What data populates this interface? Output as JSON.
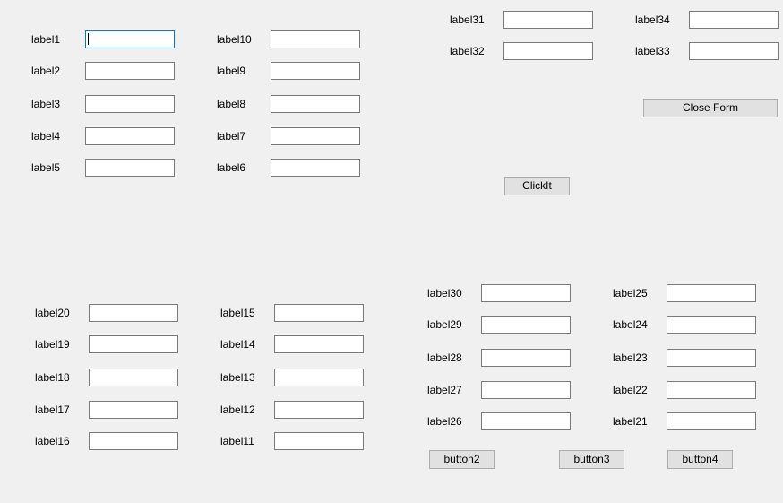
{
  "group_top_left": {
    "labels": [
      "label1",
      "label2",
      "label3",
      "label4",
      "label5",
      "label10",
      "label9",
      "label8",
      "label7",
      "label6"
    ]
  },
  "group_top_right": {
    "labels": [
      "label31",
      "label32",
      "label34",
      "label33"
    ]
  },
  "group_bottom_left": {
    "labels": [
      "label20",
      "label19",
      "label18",
      "label17",
      "label16",
      "label15",
      "label14",
      "label13",
      "label12",
      "label11"
    ]
  },
  "group_bottom_right": {
    "labels": [
      "label30",
      "label29",
      "label28",
      "label27",
      "label26",
      "label25",
      "label24",
      "label23",
      "label22",
      "label21"
    ]
  },
  "buttons": {
    "close_form": "Close Form",
    "click_it": "ClickIt",
    "button2": "button2",
    "button3": "button3",
    "button4": "button4"
  },
  "textboxes": {
    "values": [
      "",
      "",
      "",
      "",
      "",
      "",
      "",
      "",
      "",
      "",
      "",
      "",
      "",
      "",
      "",
      "",
      "",
      "",
      "",
      "",
      "",
      "",
      "",
      "",
      "",
      "",
      "",
      "",
      "",
      "",
      "",
      "",
      "",
      ""
    ]
  }
}
